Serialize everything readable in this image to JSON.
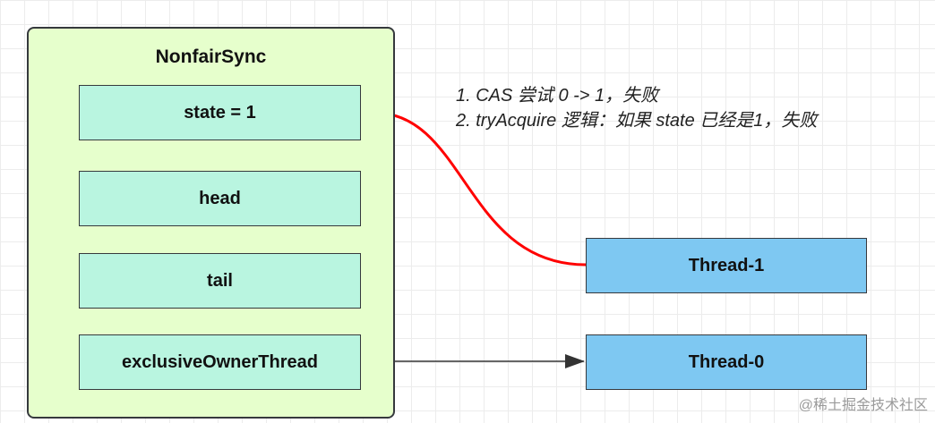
{
  "nonfair_sync": {
    "title": "NonfairSync",
    "fields": [
      "state = 1",
      "head",
      "tail",
      "exclusiveOwnerThread"
    ]
  },
  "threads": {
    "thread1": "Thread-1",
    "thread0": "Thread-0"
  },
  "annotation": {
    "line1": "1. CAS 尝试 0 -> 1，失败",
    "line2": "2. tryAcquire 逻辑：如果 state 已经是1，失败"
  },
  "watermark": "@稀土掘金技术社区",
  "colors": {
    "outer_fill": "#e6ffcc",
    "field_fill": "#b9f5e0",
    "thread_fill": "#7ec8f2",
    "fail_arrow": "#ff0000",
    "owner_arrow": "#333333"
  }
}
